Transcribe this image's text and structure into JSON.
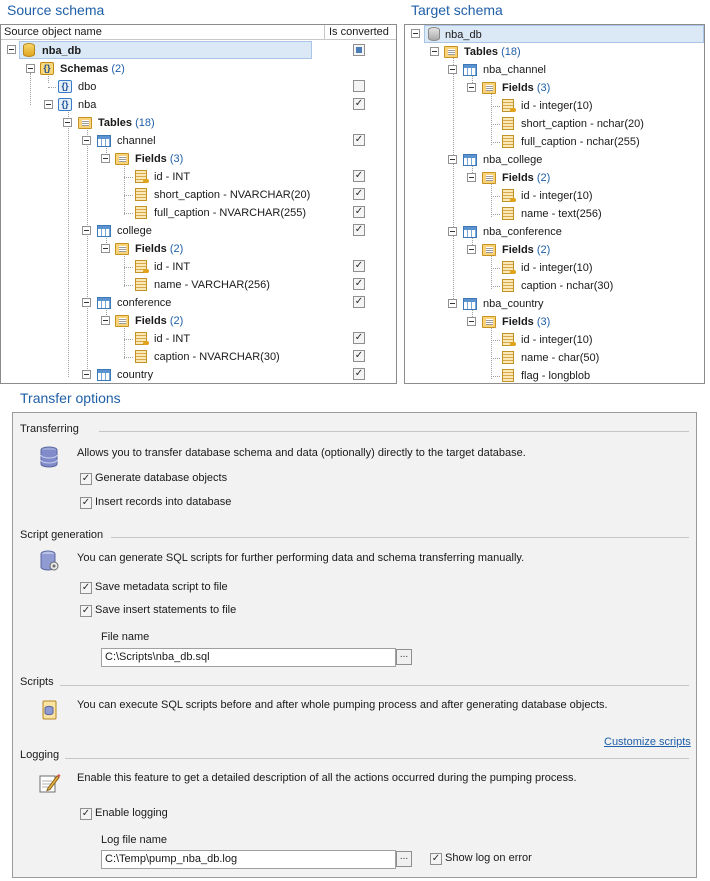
{
  "source": {
    "title": "Source schema",
    "col_name": "Source object name",
    "col_converted": "Is converted",
    "db": "nba_db",
    "schemas_label": "Schemas",
    "schemas_count": "(2)",
    "schema_dbo": "dbo",
    "schema_nba": "nba",
    "tables_label": "Tables",
    "tables_count": "(18)",
    "fields_label": "Fields",
    "tables": [
      {
        "name": "channel",
        "fields_count": "(3)",
        "fields": [
          "id - INT",
          "short_caption - NVARCHAR(20)",
          "full_caption - NVARCHAR(255)"
        ]
      },
      {
        "name": "college",
        "fields_count": "(2)",
        "fields": [
          "id - INT",
          "name - VARCHAR(256)"
        ]
      },
      {
        "name": "conference",
        "fields_count": "(2)",
        "fields": [
          "id - INT",
          "caption - NVARCHAR(30)"
        ]
      },
      {
        "name": "country"
      }
    ]
  },
  "target": {
    "title": "Target schema",
    "db": "nba_db",
    "tables_label": "Tables",
    "tables_count": "(18)",
    "fields_label": "Fields",
    "tables": [
      {
        "name": "nba_channel",
        "fields_count": "(3)",
        "fields": [
          "id - integer(10)",
          "short_caption - nchar(20)",
          "full_caption - nchar(255)"
        ]
      },
      {
        "name": "nba_college",
        "fields_count": "(2)",
        "fields": [
          "id - integer(10)",
          "name - text(256)"
        ]
      },
      {
        "name": "nba_conference",
        "fields_count": "(2)",
        "fields": [
          "id - integer(10)",
          "caption - nchar(30)"
        ]
      },
      {
        "name": "nba_country",
        "fields_count": "(3)",
        "fields": [
          "id - integer(10)",
          "name - char(50)",
          "flag - longblob"
        ]
      }
    ]
  },
  "options": {
    "title": "Transfer options",
    "transferring": {
      "title": "Transferring",
      "desc": "Allows you to transfer database schema and data (optionally) directly to the target database.",
      "generate": "Generate database objects",
      "insert": "Insert records into database"
    },
    "script": {
      "title": "Script generation",
      "desc": "You can generate SQL scripts for further performing data and schema transferring manually.",
      "save_metadata": "Save metadata script to file",
      "save_insert": "Save insert statements to file",
      "file_label": "File name",
      "file_value": "C:\\Scripts\\nba_db.sql"
    },
    "scripts": {
      "title": "Scripts",
      "desc": "You can execute SQL scripts before and after whole pumping process and after generating database objects.",
      "customize": "Customize scripts"
    },
    "logging": {
      "title": "Logging",
      "desc": "Enable this feature to get a detailed description of all the actions occurred during the pumping process.",
      "enable": "Enable logging",
      "file_label": "Log file name",
      "file_value": "C:\\Temp\\pump_nba_db.log",
      "show_on_error": "Show log on error"
    },
    "browse_label": "..."
  }
}
